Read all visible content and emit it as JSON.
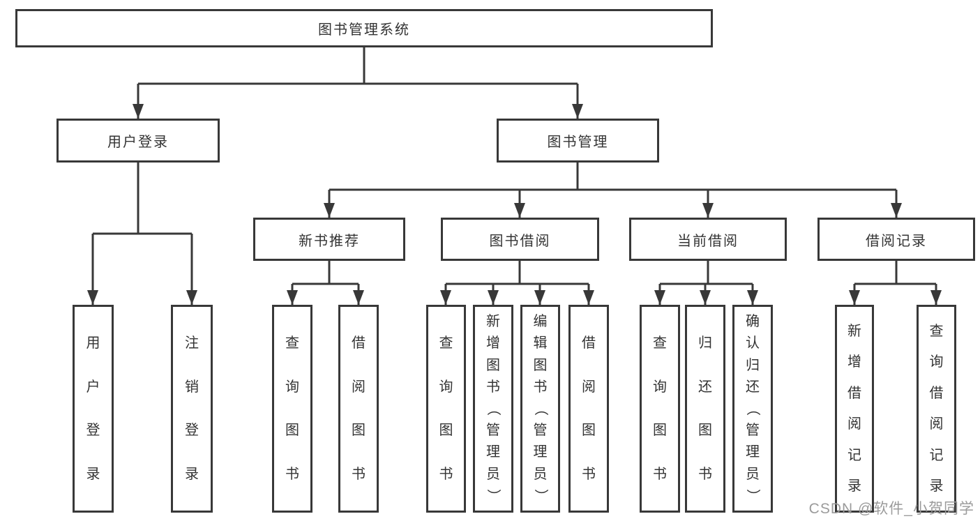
{
  "diagram": {
    "root": {
      "label": "图书管理系统"
    },
    "level2": {
      "userLogin": {
        "label": "用户登录"
      },
      "bookMgmt": {
        "label": "图书管理"
      }
    },
    "level3": {
      "newBookRec": {
        "label": "新书推荐"
      },
      "bookBorrow": {
        "label": "图书借阅"
      },
      "currentBorrow": {
        "label": "当前借阅"
      },
      "borrowRecord": {
        "label": "借阅记录"
      }
    },
    "leaves": {
      "userLogin": [
        "用户登录",
        "注销登录"
      ],
      "newBookRec": [
        "查询图书",
        "借阅图书"
      ],
      "bookBorrow": [
        "查询图书",
        "新增图书（管理员）",
        "编辑图书（管理员）",
        "借阅图书"
      ],
      "currentBorrow": [
        "查询图书",
        "归还图书",
        "确认归还（管理员）"
      ],
      "borrowRecord": [
        "新增借阅记录",
        "查询借阅记录"
      ]
    },
    "colors": {
      "line": "#383838",
      "box_border": "#383838",
      "text": "#333333",
      "watermark_text": "#9b9b9b",
      "background": "#ffffff"
    }
  },
  "watermark": {
    "text": "CSDN @软件_小贺同学"
  }
}
